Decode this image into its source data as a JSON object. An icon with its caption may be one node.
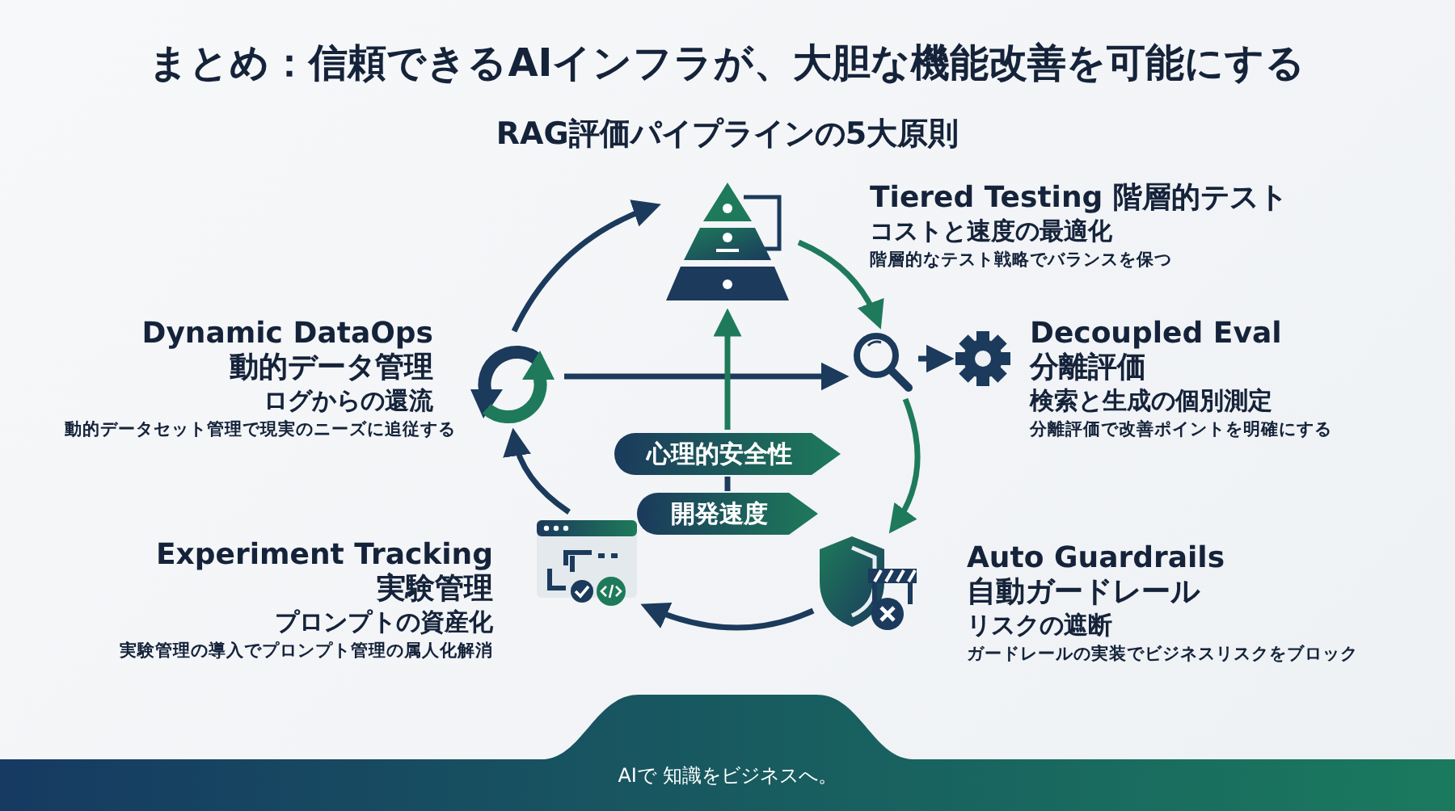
{
  "diagram": {
    "title": "まとめ：信頼できるAIインフラが、大胆な機能改善を可能にする",
    "nodes": [
      {
        "text": [],
        "shape": "picture",
        "beside": [
          "Tiered Testing 階層的テスト",
          "コストと速度の最適化",
          "階層的なテスト戦略でバランスを保つ"
        ]
      },
      {
        "text": [],
        "shape": "picture",
        "beside": [
          "Dynamic DataOps",
          "動的データ管理",
          "ログからの還流",
          "動的データセット管理で現実のニーズに追従する"
        ]
      },
      {
        "text": [],
        "shape": "picture"
      },
      {
        "text": [],
        "shape": "picture",
        "beside": [
          "Decoupled Eval",
          "分離評価",
          "検索と生成の個別測定",
          "分離評価で改善ポイントを明確にする"
        ]
      },
      {
        "text": [
          "心理的安全性"
        ]
      },
      {
        "text": [
          "開発速度"
        ]
      },
      {
        "text": [],
        "shape": "picture",
        "beside": [
          "Experiment Tracking",
          "実験管理",
          "プロンプトの資産化",
          "実験管理の導入でプロンプト管理の属人化解消"
        ]
      },
      {
        "text": [],
        "shape": "picture",
        "beside": [
          "Auto Guardrails",
          "自動ガードレール",
          "リスクの遮断",
          "ガードレールの実装でビジネスリスクをブロック"
        ]
      }
    ],
    "edges": [
      {
        "from": 1,
        "to": 0,
        "arrow": "to"
      },
      {
        "from": 0,
        "to": 2,
        "arrow": "to",
        "color": "#1e7a5a"
      },
      {
        "from": 2,
        "to": 3,
        "arrow": "to"
      },
      {
        "from": 2,
        "to": 7,
        "arrow": "to",
        "color": "#1e7a5a"
      },
      {
        "from": 7,
        "to": 6,
        "arrow": "to"
      },
      {
        "from": 6,
        "to": 1,
        "arrow": "to"
      },
      {
        "from": 1,
        "to": 2,
        "arrow": "to"
      },
      {
        "from": 4,
        "to": 0,
        "arrow": "to",
        "color": "#1e7a5a"
      },
      {
        "from": 5,
        "to": 4,
        "arrow": "none"
      }
    ],
    "labels": [
      "RAG評価パイプラインの5大原則",
      "AIで 知識をビジネスへ。"
    ]
  }
}
